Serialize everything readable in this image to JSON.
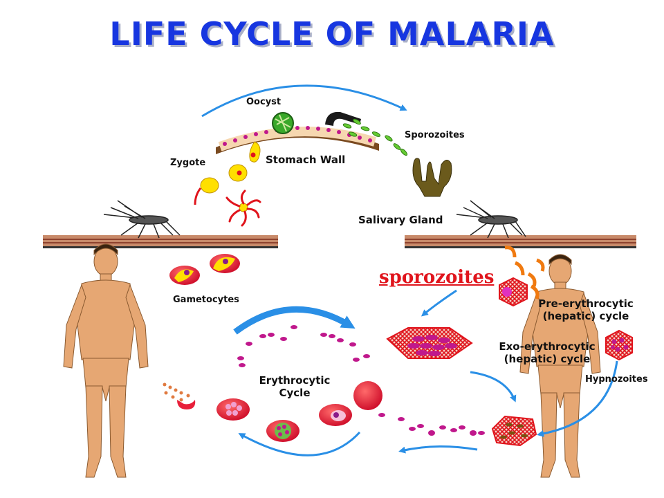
{
  "title": "LIFE CYCLE OF MALARIA",
  "labels": {
    "oocyst": "Oocyst",
    "sporozoites_mosquito": "Sporozoites",
    "zygote": "Zygote",
    "stomach_wall": "Stomach Wall",
    "salivary_gland": "Salivary Gland",
    "gametocytes": "Gametocytes",
    "sporozoites_human": "sporozoites",
    "pre_erythrocytic_line1": "Pre-erythrocytic",
    "pre_erythrocytic_line2": "(hepatic) cycle",
    "exo_erythrocytic_line1": "Exo-erythrocytic",
    "exo_erythrocytic_line2": "(hepatic) cycle",
    "hypnozoites": "Hypnozoites",
    "erythrocytic_line1": "Erythrocytic",
    "erythrocytic_line2": "Cycle"
  },
  "colors": {
    "title": "#1736e0",
    "arrow": "#2a8fe6",
    "rbc": "#e8203a",
    "skin": "#e6a773",
    "parasite": "#c0188c",
    "sporozoite_green": "#66cc33",
    "sporozoite_orange": "#f07a10",
    "gland": "#6b5a1c",
    "liver_cell": "#e0141c"
  }
}
